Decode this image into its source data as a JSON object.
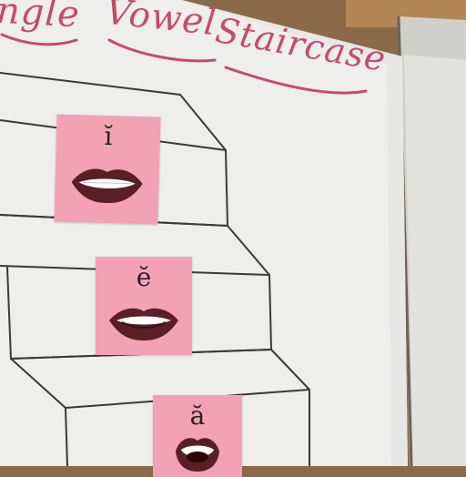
{
  "poster": {
    "title_parts": [
      "ngle",
      "Vowel",
      "Staircase"
    ]
  },
  "cards": [
    {
      "vowel": "ĭ",
      "mouth_icon": "smiling-lips-icon"
    },
    {
      "vowel": "ĕ",
      "mouth_icon": "open-lips-icon"
    },
    {
      "vowel": "ă",
      "mouth_icon": "wide-open-lips-icon"
    }
  ],
  "colors": {
    "marker": "#c64b6d",
    "card": "#f3a2b6",
    "paper": "#eeeeec",
    "wall": "#8a6a48"
  }
}
